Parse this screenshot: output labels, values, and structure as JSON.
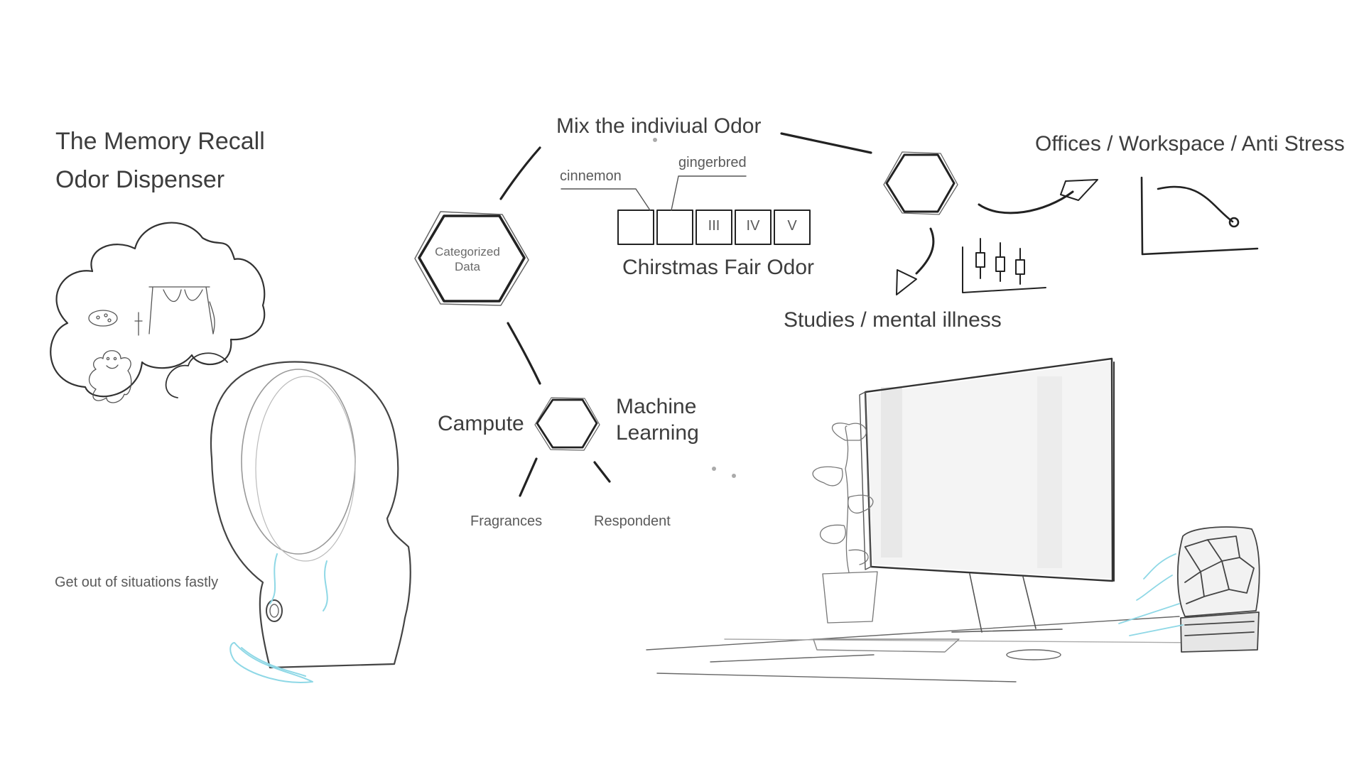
{
  "title": {
    "line1": "The Memory Recall",
    "line2": "Odor Dispenser"
  },
  "tagline": "Get out of situations fastly",
  "diagram": {
    "categorized_data": {
      "line1": "Categorized",
      "line2": "Data"
    },
    "mix_label": "Mix the indiviual Odor",
    "ingredients": [
      "cinnemon",
      "gingerbred"
    ],
    "odor_slots": [
      "",
      "",
      "III",
      "IV",
      "V"
    ],
    "odor_set_label": "Chirstmas Fair Odor",
    "compute_label": "Campute",
    "ml_label": {
      "line1": "Machine",
      "line2": "Learning"
    },
    "ml_inputs": [
      "Fragrances",
      "Respondent"
    ],
    "offices_label": "Offices / Workspace / Anti Stress",
    "studies_label": "Studies / mental illness"
  },
  "colors": {
    "ink": "#2b2b2b",
    "accent": "#8fd8e6",
    "soft": "#b5b5b5"
  }
}
